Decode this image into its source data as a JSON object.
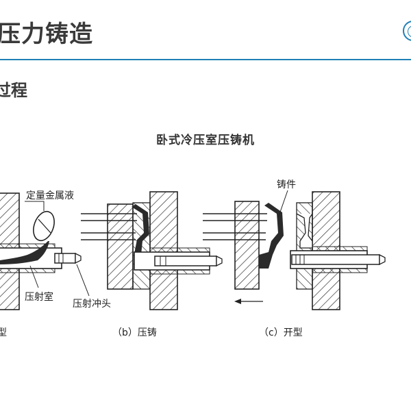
{
  "slide": {
    "title": "压力铸造",
    "subtitle": "过程",
    "diagram_title": "卧式冷压室压铸机"
  },
  "labels": {
    "dose": "定量金属液",
    "chamber": "压射室",
    "plunger": "压射冲头",
    "casting": "铸件",
    "cap_a": "型",
    "cap_b": "（b）压铸",
    "cap_c": "（c）开型"
  },
  "colors": {
    "accent": "#1f7fb5",
    "metal": "#2b2b2b",
    "line": "#222222"
  }
}
